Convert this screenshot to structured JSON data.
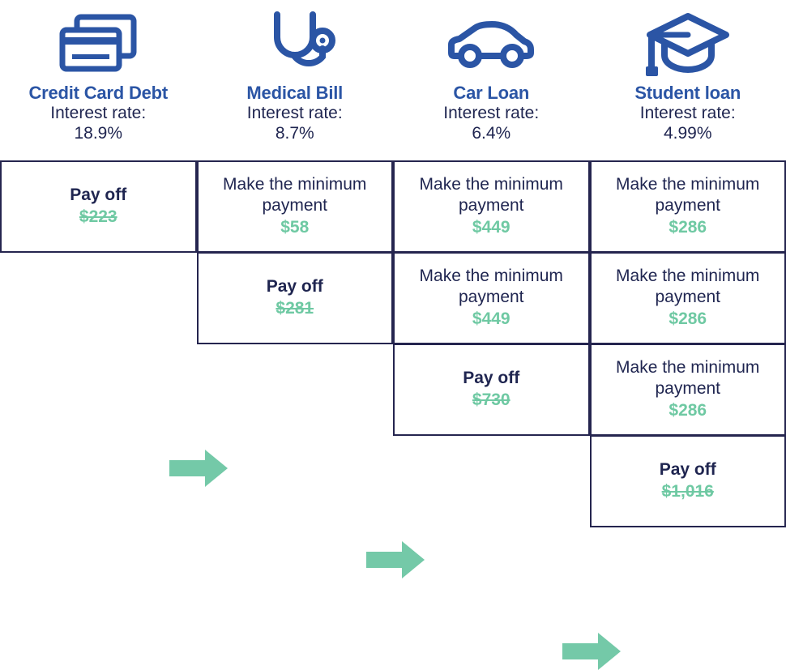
{
  "debts": [
    {
      "icon": "credit-cards-icon",
      "name": "Credit Card Debt",
      "rate_label": "Interest rate:",
      "rate_value": "18.9%"
    },
    {
      "icon": "stethoscope-icon",
      "name": "Medical Bill",
      "rate_label": "Interest rate:",
      "rate_value": "8.7%"
    },
    {
      "icon": "car-icon",
      "name": "Car Loan",
      "rate_label": "Interest rate:",
      "rate_value": "6.4%"
    },
    {
      "icon": "graduation-cap-icon",
      "name": "Student loan",
      "rate_label": "Interest rate:",
      "rate_value": "4.99%"
    }
  ],
  "rows": [
    {
      "cells": [
        {
          "action": "Pay off",
          "amount": "$223",
          "type": "payoff",
          "struck": true
        },
        {
          "action": "Make the minimum payment",
          "amount": "$58",
          "type": "minimum",
          "struck": false
        },
        {
          "action": "Make the minimum payment",
          "amount": "$449",
          "type": "minimum",
          "struck": false
        },
        {
          "action": "Make the minimum payment",
          "amount": "$286",
          "type": "minimum",
          "struck": false
        }
      ]
    },
    {
      "cells": [
        {
          "action": "Pay off",
          "amount": "$281",
          "type": "payoff",
          "struck": true
        },
        {
          "action": "Make the minimum payment",
          "amount": "$449",
          "type": "minimum",
          "struck": false
        },
        {
          "action": "Make the minimum payment",
          "amount": "$286",
          "type": "minimum",
          "struck": false
        }
      ]
    },
    {
      "cells": [
        {
          "action": "Pay off",
          "amount": "$730",
          "type": "payoff",
          "struck": true
        },
        {
          "action": "Make the minimum payment",
          "amount": "$286",
          "type": "minimum",
          "struck": false
        }
      ]
    },
    {
      "cells": [
        {
          "action": "Pay off",
          "amount": "$1,016",
          "type": "payoff",
          "struck": true
        }
      ]
    }
  ],
  "arrows": [
    {
      "name": "snowball-arrow-1",
      "glyph": "right-arrow-icon"
    },
    {
      "name": "snowball-arrow-2",
      "glyph": "right-arrow-icon"
    },
    {
      "name": "snowball-arrow-3",
      "glyph": "right-arrow-icon"
    }
  ],
  "colors": {
    "title_blue": "#2B55A5",
    "text_navy": "#1F2550",
    "border_navy": "#25254F",
    "amount_green": "#6FC9A3",
    "arrow_green": "#74C9A8",
    "icon_blue": "#2B55A5",
    "background": "#FFFFFF"
  }
}
